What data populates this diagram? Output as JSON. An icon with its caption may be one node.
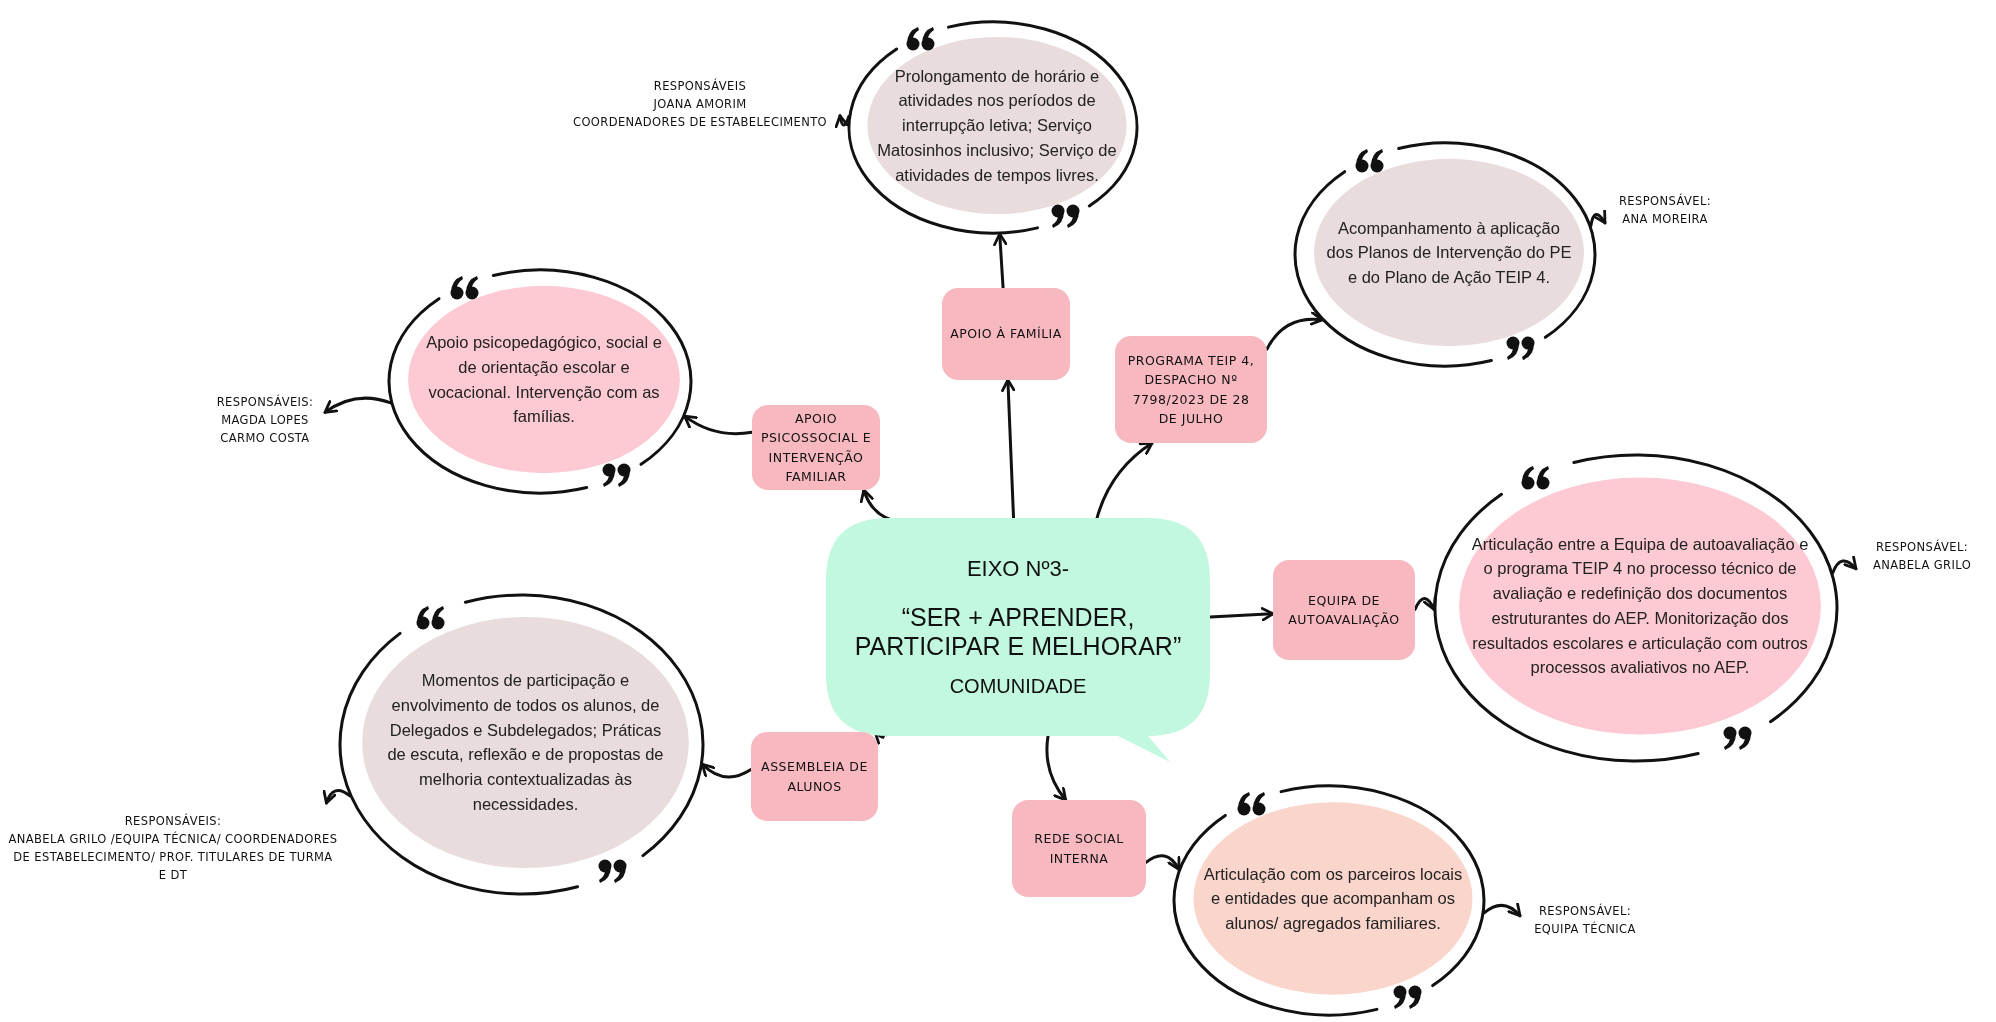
{
  "diagram": {
    "nodes": [
      {
        "text": [
          "EIXO Nº3-",
          "“SER + APRENDER, PARTICIPAR E MELHORAR”",
          "COMUNIDADE"
        ]
      },
      {
        "text": [
          "APOIO À FAMÍLIA"
        ]
      },
      {
        "text": [
          "Prolongamento de horário e atividades nos períodos de interrupção letiva; Serviço Matosinhos inclusivo; Serviço de atividades de tempos livres."
        ]
      },
      {
        "text": [
          "RESPONSÁVEIS",
          "JOANA AMORIM",
          "COORDENADORES DE ESTABELECIMENTO"
        ]
      },
      {
        "text": [
          "PROGRAMA TEIP 4, DESPACHO Nº 7798/2023 DE 28 DE JULHO"
        ]
      },
      {
        "text": [
          "Acompanhamento à aplicação dos Planos de Intervenção do PE e do Plano de Ação TEIP 4."
        ]
      },
      {
        "text": [
          "RESPONSÁVEL:",
          "ANA MOREIRA"
        ]
      },
      {
        "text": [
          "APOIO PSICOSSOCIAL E INTERVENÇÃO FAMILIAR"
        ]
      },
      {
        "text": [
          "Apoio psicopedagógico, social e de orientação escolar e vocacional. Intervenção com as famílias."
        ]
      },
      {
        "text": [
          "RESPONSÁVEIS:",
          "MAGDA LOPES",
          "CARMO COSTA"
        ]
      },
      {
        "text": [
          "EQUIPA DE AUTOAVALIAÇÃO"
        ]
      },
      {
        "text": [
          "Articulação entre a Equipa de autoavaliação e o programa TEIP 4 no processo técnico de avaliação e redefinição dos documentos estruturantes do AEP. Monitorização dos resultados escolares e articulação com outros processos avaliativos no AEP."
        ]
      },
      {
        "text": [
          "RESPONSÁVEL:",
          "ANABELA GRILO"
        ]
      },
      {
        "text": [
          "ASSEMBLEIA DE ALUNOS"
        ]
      },
      {
        "text": [
          "Momentos de participação e envolvimento de todos os alunos, de Delegados e Subdelegados; Práticas de escuta, reflexão e de propostas de melhoria contextualizadas às necessidades."
        ]
      },
      {
        "text": [
          "RESPONSÁVEIS:",
          "ANABELA GRILO /EQUIPA TÉCNICA/ COORDENADORES DE ESTABELECIMENTO/ PROF. TITULARES DE TURMA E DT"
        ]
      },
      {
        "text": [
          "REDE SOCIAL INTERNA"
        ]
      },
      {
        "text": [
          "Articulação com os parceiros locais e entidades que acompanham os alunos/ agregados familiares."
        ]
      },
      {
        "text": [
          "RESPONSÁVEL:",
          "EQUIPA TÉCNICA"
        ]
      }
    ],
    "edges": [
      {
        "from": 0,
        "to": 1,
        "arrow": "to"
      },
      {
        "from": 1,
        "to": 2,
        "arrow": "to"
      },
      {
        "from": 2,
        "to": 3,
        "arrow": "to"
      },
      {
        "from": 0,
        "to": 4,
        "arrow": "to"
      },
      {
        "from": 4,
        "to": 5,
        "arrow": "to"
      },
      {
        "from": 5,
        "to": 6,
        "arrow": "to"
      },
      {
        "from": 0,
        "to": 7,
        "arrow": "to"
      },
      {
        "from": 7,
        "to": 8,
        "arrow": "to"
      },
      {
        "from": 8,
        "to": 9,
        "arrow": "to"
      },
      {
        "from": 0,
        "to": 10,
        "arrow": "to"
      },
      {
        "from": 10,
        "to": 11,
        "arrow": "to"
      },
      {
        "from": 11,
        "to": 12,
        "arrow": "to"
      },
      {
        "from": 0,
        "to": 13,
        "arrow": "to"
      },
      {
        "from": 13,
        "to": 14,
        "arrow": "to"
      },
      {
        "from": 14,
        "to": 15,
        "arrow": "to"
      },
      {
        "from": 0,
        "to": 16,
        "arrow": "to"
      },
      {
        "from": 16,
        "to": 17,
        "arrow": "to"
      },
      {
        "from": 17,
        "to": 18,
        "arrow": "to"
      }
    ]
  }
}
